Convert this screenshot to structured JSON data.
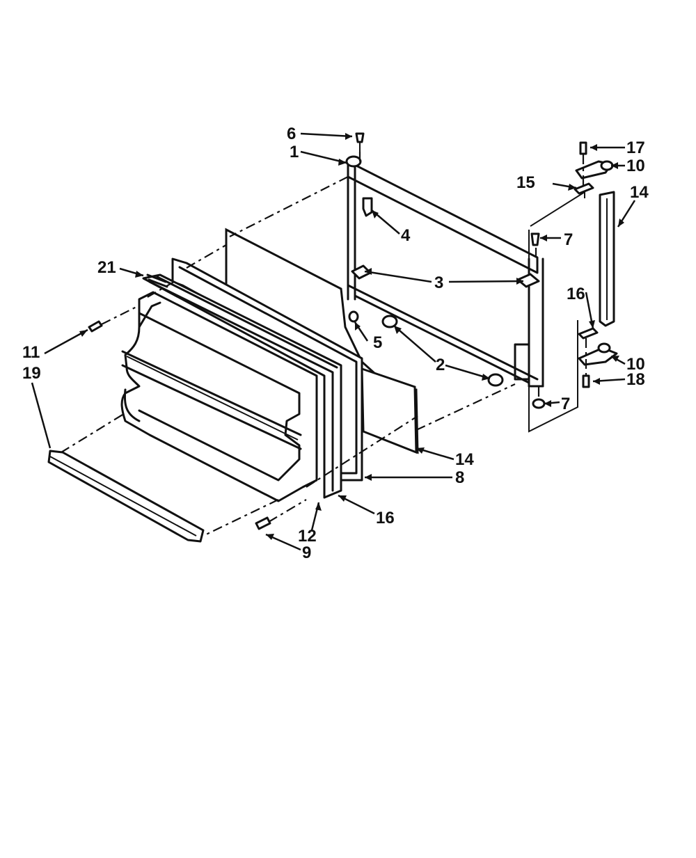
{
  "diagram": {
    "callouts": [
      {
        "id": "c1",
        "text": "1"
      },
      {
        "id": "c2",
        "text": "2"
      },
      {
        "id": "c3",
        "text": "3"
      },
      {
        "id": "c4",
        "text": "4"
      },
      {
        "id": "c5",
        "text": "5"
      },
      {
        "id": "c6",
        "text": "6"
      },
      {
        "id": "c7a",
        "text": "7"
      },
      {
        "id": "c7b",
        "text": "7"
      },
      {
        "id": "c8",
        "text": "8"
      },
      {
        "id": "c9",
        "text": "9"
      },
      {
        "id": "c10a",
        "text": "10"
      },
      {
        "id": "c10b",
        "text": "10"
      },
      {
        "id": "c11",
        "text": "11"
      },
      {
        "id": "c12",
        "text": "12"
      },
      {
        "id": "c14a",
        "text": "14"
      },
      {
        "id": "c14b",
        "text": "14"
      },
      {
        "id": "c15",
        "text": "15"
      },
      {
        "id": "c16a",
        "text": "16"
      },
      {
        "id": "c16b",
        "text": "16"
      },
      {
        "id": "c17",
        "text": "17"
      },
      {
        "id": "c18",
        "text": "18"
      },
      {
        "id": "c19",
        "text": "19"
      },
      {
        "id": "c21",
        "text": "21"
      }
    ]
  }
}
